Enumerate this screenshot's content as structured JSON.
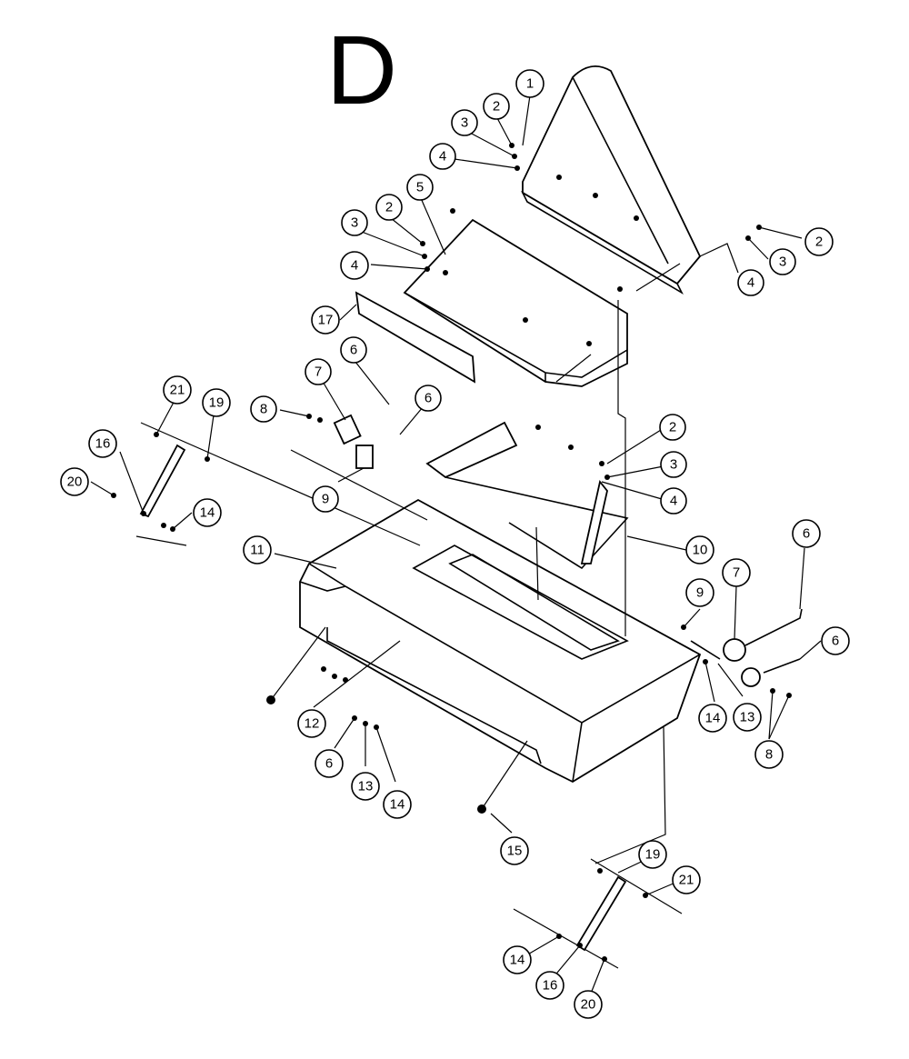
{
  "title": "D",
  "callouts": [
    {
      "label": "1"
    },
    {
      "label": "2"
    },
    {
      "label": "3"
    },
    {
      "label": "4"
    },
    {
      "label": "5"
    },
    {
      "label": "2"
    },
    {
      "label": "3"
    },
    {
      "label": "4"
    },
    {
      "label": "2"
    },
    {
      "label": "3"
    },
    {
      "label": "4"
    },
    {
      "label": "17"
    },
    {
      "label": "6"
    },
    {
      "label": "7"
    },
    {
      "label": "8"
    },
    {
      "label": "6"
    },
    {
      "label": "9"
    },
    {
      "label": "21"
    },
    {
      "label": "19"
    },
    {
      "label": "16"
    },
    {
      "label": "20"
    },
    {
      "label": "14"
    },
    {
      "label": "11"
    },
    {
      "label": "2"
    },
    {
      "label": "3"
    },
    {
      "label": "4"
    },
    {
      "label": "10"
    },
    {
      "label": "6"
    },
    {
      "label": "7"
    },
    {
      "label": "9"
    },
    {
      "label": "6"
    },
    {
      "label": "14"
    },
    {
      "label": "13"
    },
    {
      "label": "8"
    },
    {
      "label": "12"
    },
    {
      "label": "6"
    },
    {
      "label": "13"
    },
    {
      "label": "14"
    },
    {
      "label": "15"
    },
    {
      "label": "19"
    },
    {
      "label": "21"
    },
    {
      "label": "14"
    },
    {
      "label": "16"
    },
    {
      "label": "20"
    }
  ]
}
